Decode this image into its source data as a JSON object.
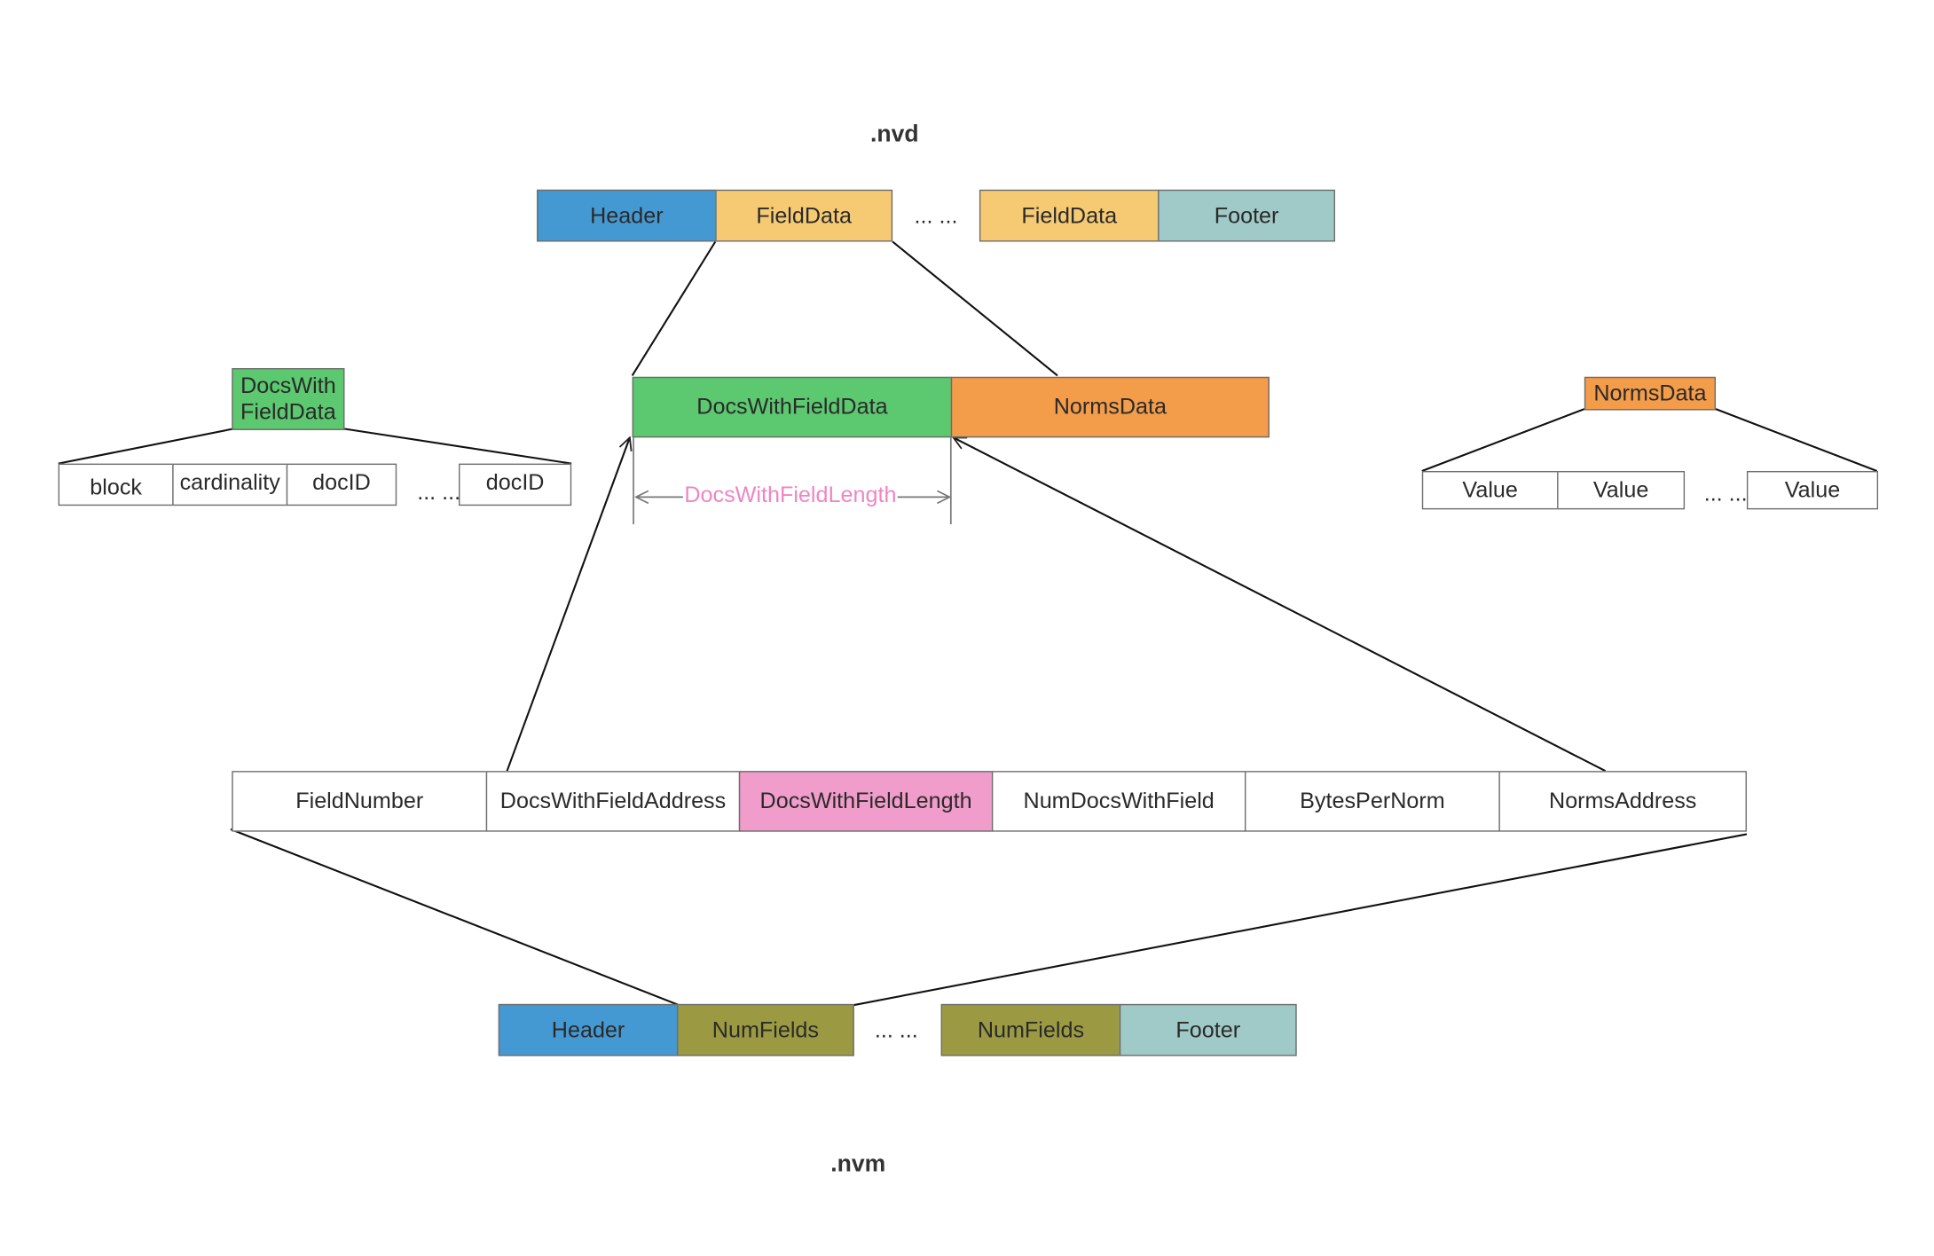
{
  "nvd": {
    "title": ".nvd",
    "header": "Header",
    "field_data_1": "FieldData",
    "ellipsis": "... ...",
    "field_data_2": "FieldData",
    "footer": "Footer"
  },
  "field_data": {
    "docs_with_field_data": "DocsWithFieldData",
    "norms_data": "NormsData",
    "length_label": "DocsWithFieldLength"
  },
  "docs_with_field_detail": {
    "title_line1": "DocsWith",
    "title_line2": "FieldData",
    "block": "block",
    "cardinality": "cardinality",
    "doc_id_1": "docID",
    "ellipsis": "... ...",
    "doc_id_2": "docID"
  },
  "norms_detail": {
    "title": "NormsData",
    "value_1": "Value",
    "value_2": "Value",
    "ellipsis": "... ...",
    "value_3": "Value"
  },
  "meta_entry": {
    "field_number": "FieldNumber",
    "docs_with_field_address": "DocsWithFieldAddress",
    "docs_with_field_length": "DocsWithFieldLength",
    "num_docs_with_field": "NumDocsWithField",
    "bytes_per_norm": "BytesPerNorm",
    "norms_address": "NormsAddress"
  },
  "nvm": {
    "title": ".nvm",
    "header": "Header",
    "num_fields_1": "NumFields",
    "ellipsis": "... ...",
    "num_fields_2": "NumFields",
    "footer": "Footer"
  },
  "colors": {
    "header": "#4499d2",
    "field_data": "#f6ca73",
    "footer": "#9fcac8",
    "docs_with_field": "#5cc86f",
    "norms": "#f39c4a",
    "num_fields": "#9b9a43",
    "length_highlight": "#f19dcb",
    "length_label_text": "#ee86c4"
  }
}
